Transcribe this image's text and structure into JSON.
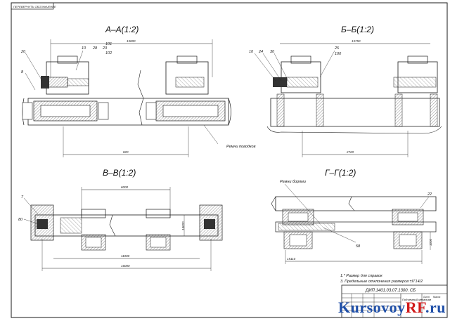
{
  "sheet": {
    "stamp_top_left": "ПЕРЕВЕРНУТЬ ОБОЗНАЧЕНИЕ"
  },
  "views": {
    "a": {
      "title": "А–А(1:2)",
      "positions": [
        "20",
        "8",
        "10",
        "28",
        "23",
        "101",
        "102"
      ],
      "leaders": [
        "Ремни поводков"
      ],
      "dims": [
        "15000",
        "820"
      ]
    },
    "b": {
      "title": "Б–Б(1:2)",
      "positions": [
        "10",
        "24",
        "30",
        "25",
        "100"
      ],
      "dims": [
        "15750",
        "2720"
      ]
    },
    "v": {
      "title": "В–В(1:2)",
      "positions": [
        "7",
        "80"
      ],
      "dims": [
        "6000",
        "14000",
        "11000",
        "16000"
      ]
    },
    "g": {
      "title": "Г–Г(1:2)",
      "positions": [
        "22",
        "58"
      ],
      "leaders": [
        "Ремни борями"
      ],
      "dims": [
        "15110",
        "1000"
      ]
    }
  },
  "notes": [
    "1.* Размер для справок",
    "3. Предельные отклонения размеров ±IT14/2"
  ],
  "title_block": {
    "designation": "ДИП.1401.03.07.1300. СБ",
    "name": "Подъемный механизм",
    "sheet_a": "Лист",
    "sheet_b": "Масса"
  },
  "watermark": {
    "part1": "Kursovoy",
    "part2": "RF",
    "part3": ".ru"
  },
  "colors": {
    "line": "#1a1a1a",
    "hatch": "#444444",
    "watermark_blue": "#1f4fa8",
    "watermark_red": "#d11a1a"
  }
}
